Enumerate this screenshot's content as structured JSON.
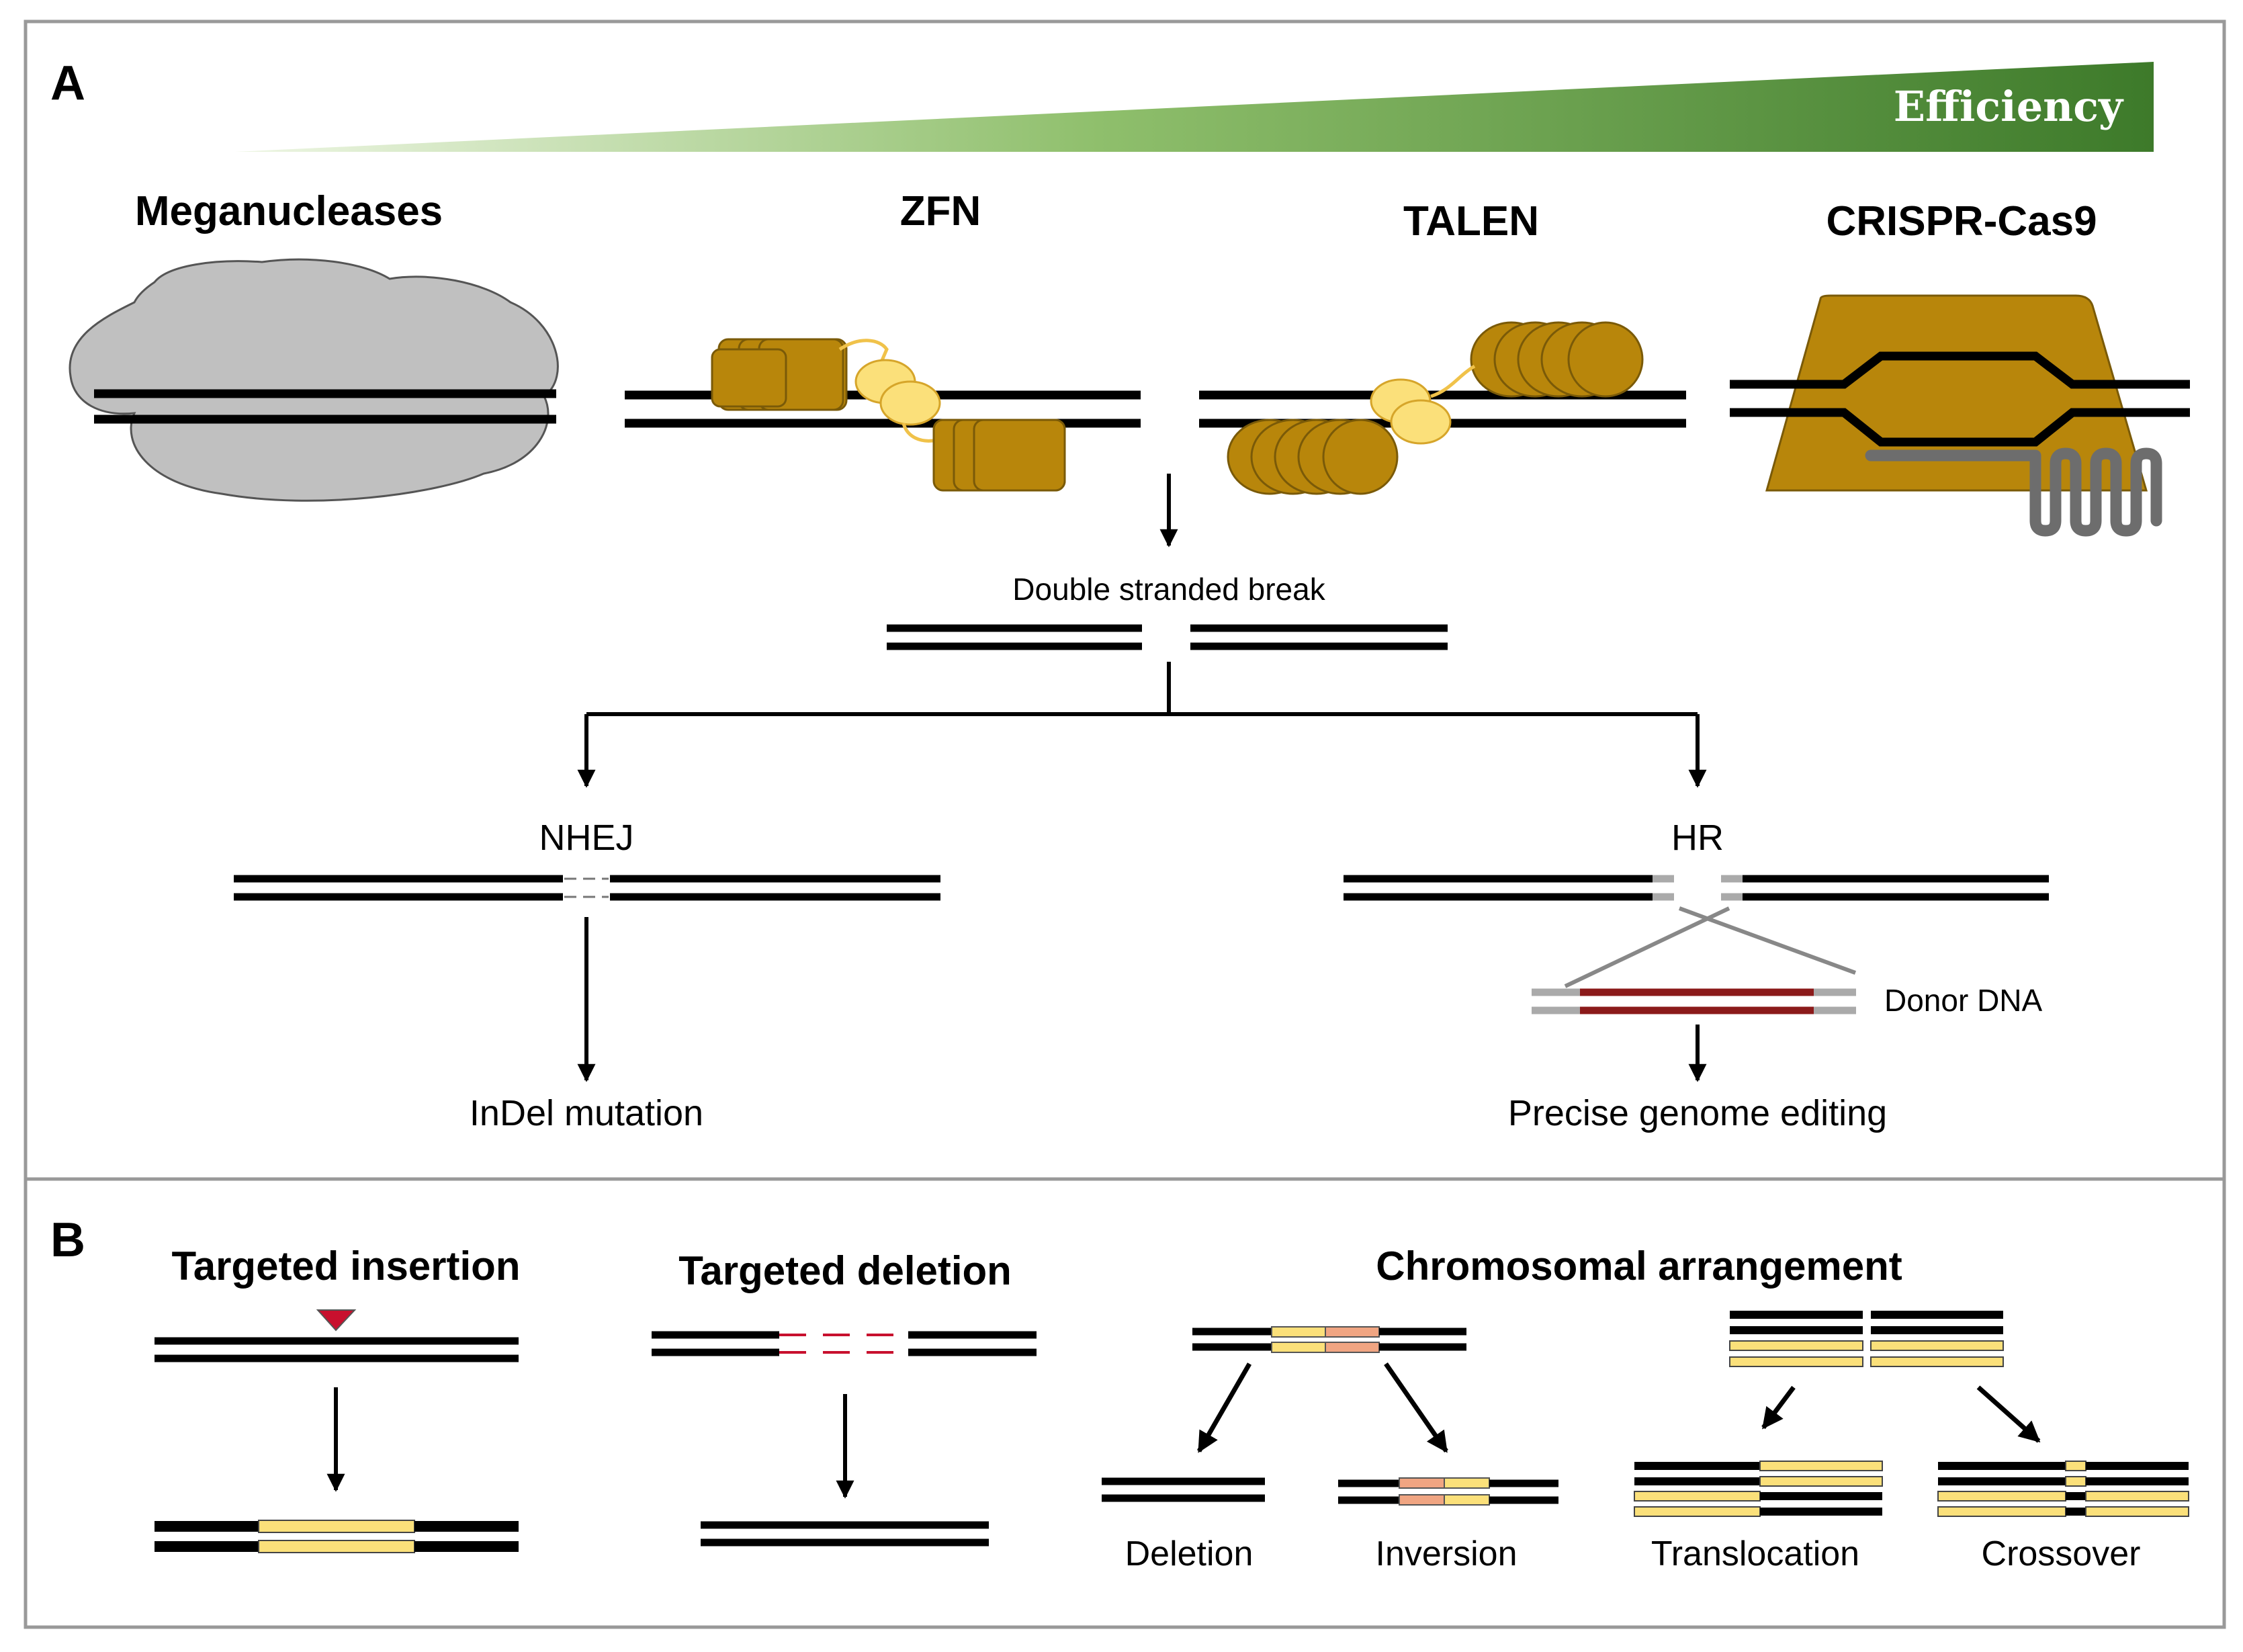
{
  "panel_a": {
    "letter": "A",
    "efficiency_label": "Efficiency",
    "nucleases": {
      "meganucleases": "Meganucleases",
      "zfn": "ZFN",
      "talen": "TALEN",
      "crispr": "CRISPR-Cas9"
    },
    "double_stranded_break": "Double stranded break",
    "nhej": "NHEJ",
    "hr": "HR",
    "donor_dna": "Donor DNA",
    "indel_mutation": "InDel mutation",
    "precise_editing": "Precise genome editing"
  },
  "panel_b": {
    "letter": "B",
    "targeted_insertion": "Targeted insertion",
    "targeted_deletion": "Targeted deletion",
    "chromosomal_arrangement": "Chromosomal arrangement",
    "deletion": "Deletion",
    "inversion": "Inversion",
    "translocation": "Translocation",
    "crossover": "Crossover"
  },
  "colors": {
    "dna": "#000000",
    "gray_protein": "#c0c0c0",
    "gold_protein": "#b8860b",
    "gold_dark": "#8a6508",
    "pale_yellow": "#fbe07a",
    "salmon": "#f0a582",
    "donor_red": "#8b1a1a",
    "gray_line": "#888888",
    "efficiency_dark": "#3d7a2a",
    "efficiency_light": "#e9f4dd",
    "border": "#999999"
  }
}
